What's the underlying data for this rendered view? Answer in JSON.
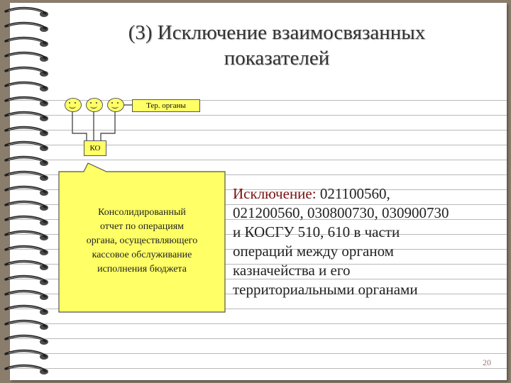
{
  "slide": {
    "title_line1": "(3) Исключение взаимосвязанных",
    "title_line2": "показателей",
    "page_number": "20"
  },
  "diagram": {
    "ter_organs_label": "Тер. органы",
    "ko_label": "КО",
    "callout_lines": [
      "Консолидированный",
      "отчет по операциям",
      "органа, осуществляющего",
      "кассовое обслуживание",
      "исполнения бюджета"
    ]
  },
  "exception": {
    "lead": "Исключение:",
    "line1_rest": " 021100560,",
    "lines": [
      "021200560, 030800730, 030900730",
      "и КОСГУ 510, 610 в части",
      "операций между органом",
      "казначейства и его",
      "территориальными органами"
    ]
  },
  "colors": {
    "accent_lead": "#7a1010",
    "highlight": "#ffff66",
    "background": "#8b7d6b"
  }
}
